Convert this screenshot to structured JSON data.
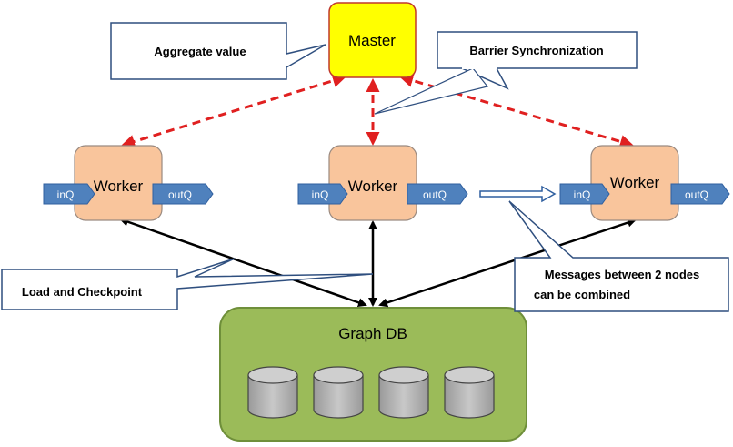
{
  "master": {
    "label": "Master"
  },
  "workers": [
    {
      "label": "Worker",
      "in_label": "inQ",
      "out_label": "outQ"
    },
    {
      "label": "Worker",
      "in_label": "inQ",
      "out_label": "outQ"
    },
    {
      "label": "Worker",
      "in_label": "inQ",
      "out_label": "outQ"
    }
  ],
  "graph_db": {
    "label": "Graph DB",
    "cylinder_count": 4
  },
  "callouts": {
    "aggregate": "Aggregate value",
    "barrier": "Barrier Synchronization",
    "load": "Load and Checkpoint",
    "messages_line1": "Messages between 2 nodes",
    "messages_line2": "can be combined"
  },
  "colors": {
    "master_fill": "#ffff00",
    "master_stroke": "#c0392b",
    "worker_fill": "#f9c59c",
    "queue_fill": "#4f81bd",
    "db_fill": "#9bbb59",
    "db_stroke": "#6f8f3a",
    "cylinder_fill": "#b5b5b5",
    "callout_stroke": "#2f4f7f",
    "dashed_arrow": "#e02020"
  }
}
